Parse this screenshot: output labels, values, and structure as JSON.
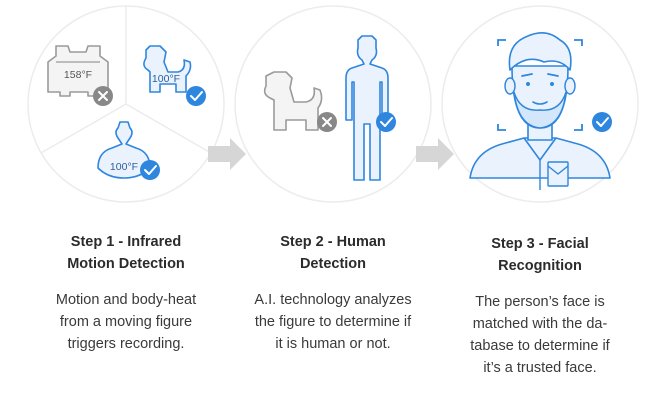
{
  "steps": [
    {
      "title_lines": [
        "Step 1 - Infrared",
        "Motion Detection"
      ],
      "desc_lines": [
        "Motion and body-heat",
        "from a moving figure",
        "triggers recording."
      ],
      "temps": [
        "158°F",
        "100°F",
        "100°F"
      ]
    },
    {
      "title_lines": [
        "Step 2 - Human",
        "Detection"
      ],
      "desc_lines": [
        "A.I. technology analyzes",
        "the figure to determine if",
        "it is human or not."
      ]
    },
    {
      "title_lines": [
        "Step 3 - Facial",
        "Recognition"
      ],
      "desc_lines": [
        "The person’s face is",
        "matched with the da-",
        "tabase to determine if",
        "it’s a trusted face."
      ]
    }
  ],
  "colors": {
    "accent_blue": "#2e86de",
    "light_blue_fill": "#eaf3fd",
    "gray_outline": "#9a9a9a",
    "gray_fill": "#f4f4f4",
    "reject_gray": "#888888",
    "arrow_gray": "#d6d6d6"
  },
  "icons": [
    "car-icon",
    "dog-icon",
    "human-figure-icon",
    "face-scan-icon",
    "check-icon",
    "cross-icon",
    "right-arrow-icon"
  ]
}
